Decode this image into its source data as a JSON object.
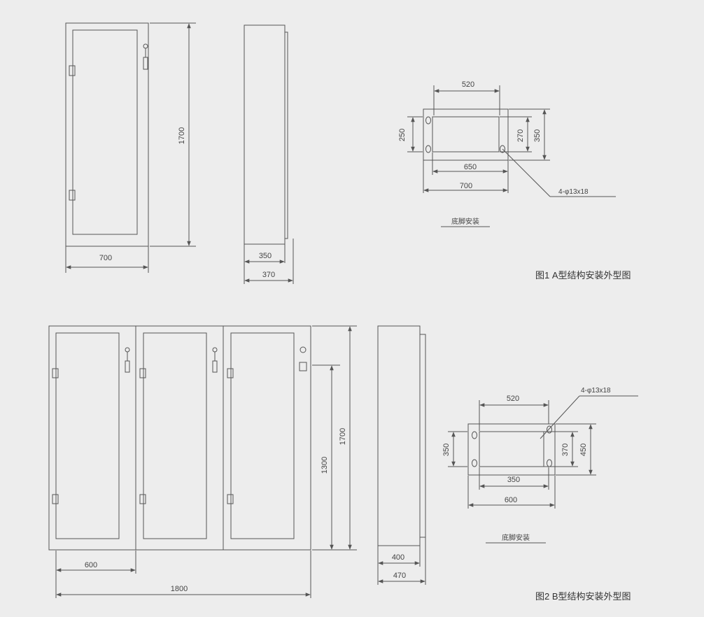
{
  "figure1": {
    "caption": "图1 A型结构安装外型图",
    "front": {
      "width": "700",
      "height": "1700"
    },
    "side": {
      "depth_inner": "350",
      "depth_outer": "370"
    },
    "base": {
      "top": "520",
      "left": "250",
      "right_inner": "270",
      "right_outer": "350",
      "mid": "650",
      "bottom": "700",
      "holes": "4-φ13x18",
      "label": "底脚安装"
    }
  },
  "figure2": {
    "caption": "图2 B型结构安装外型图",
    "front": {
      "unit_width": "600",
      "total_width": "1800",
      "inner_height": "1300",
      "height": "1700"
    },
    "side": {
      "depth_inner": "400",
      "depth_outer": "470"
    },
    "base": {
      "holes": "4-φ13x18",
      "top": "520",
      "left": "350",
      "right_inner": "370",
      "right_outer": "450",
      "mid": "350",
      "bottom": "600",
      "label": "底脚安装"
    }
  },
  "colors": {
    "line": "#555555",
    "background": "#ededed",
    "text": "#444444"
  }
}
